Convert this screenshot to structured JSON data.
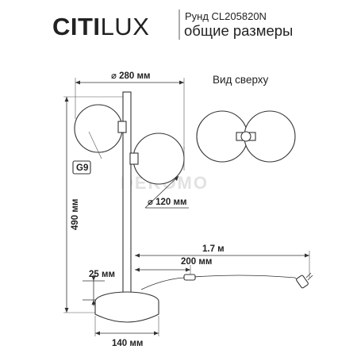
{
  "brand": {
    "part1": "CITI",
    "part2": "LUX"
  },
  "header": {
    "model": "Рунд CL205820N",
    "subtitle": "общие размеры"
  },
  "dimensions": {
    "width_top": "⌀ 280 мм",
    "height": "490 мм",
    "globe_diameter": "⌀ 120 мм",
    "cable_length": "1.7 м",
    "switch_distance": "200 мм",
    "base_height": "25 мм",
    "base_width": "140 мм"
  },
  "labels": {
    "socket": "G9",
    "top_view": "Вид сверху",
    "watermark": "DEKOMO"
  }
}
